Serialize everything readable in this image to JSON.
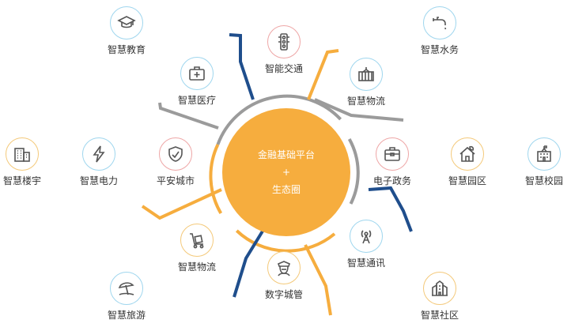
{
  "center": {
    "line1": "金融基础平台",
    "plus": "+",
    "line2": "生态圈"
  },
  "nodes": [
    {
      "id": "education",
      "label": "智慧教育",
      "icon": "graduation-cap-icon"
    },
    {
      "id": "water",
      "label": "智慧水务",
      "icon": "faucet-icon"
    },
    {
      "id": "traffic",
      "label": "智能交通",
      "icon": "traffic-light-icon"
    },
    {
      "id": "medical",
      "label": "智慧医疗",
      "icon": "medical-kit-icon"
    },
    {
      "id": "logistics-top",
      "label": "智慧物流",
      "icon": "cargo-container-icon"
    },
    {
      "id": "building",
      "label": "智慧楼宇",
      "icon": "office-building-icon"
    },
    {
      "id": "power",
      "label": "智慧电力",
      "icon": "lightning-icon"
    },
    {
      "id": "safe-city",
      "label": "平安城市",
      "icon": "shield-icon"
    },
    {
      "id": "e-gov",
      "label": "电子政务",
      "icon": "briefcase-icon"
    },
    {
      "id": "park",
      "label": "智慧园区",
      "icon": "house-tree-icon"
    },
    {
      "id": "campus",
      "label": "智慧校园",
      "icon": "school-building-icon"
    },
    {
      "id": "logistics-bottom",
      "label": "智慧物流",
      "icon": "hand-truck-icon"
    },
    {
      "id": "telecom",
      "label": "智慧通讯",
      "icon": "radio-tower-icon"
    },
    {
      "id": "urban-mgmt",
      "label": "数字城管",
      "icon": "police-officer-icon"
    },
    {
      "id": "tourism",
      "label": "智慧旅游",
      "icon": "beach-umbrella-icon"
    },
    {
      "id": "community",
      "label": "智慧社区",
      "icon": "community-building-icon"
    }
  ],
  "colors": {
    "hub": "#f6ad3e",
    "navy": "#1f4e8c",
    "orange": "#f6ad3e",
    "gray": "#9b9b9b",
    "icon": "#555555",
    "ring_blue": "#9fd6ee",
    "ring_yellow": "#f4c97a",
    "ring_red": "#eea6a6"
  }
}
